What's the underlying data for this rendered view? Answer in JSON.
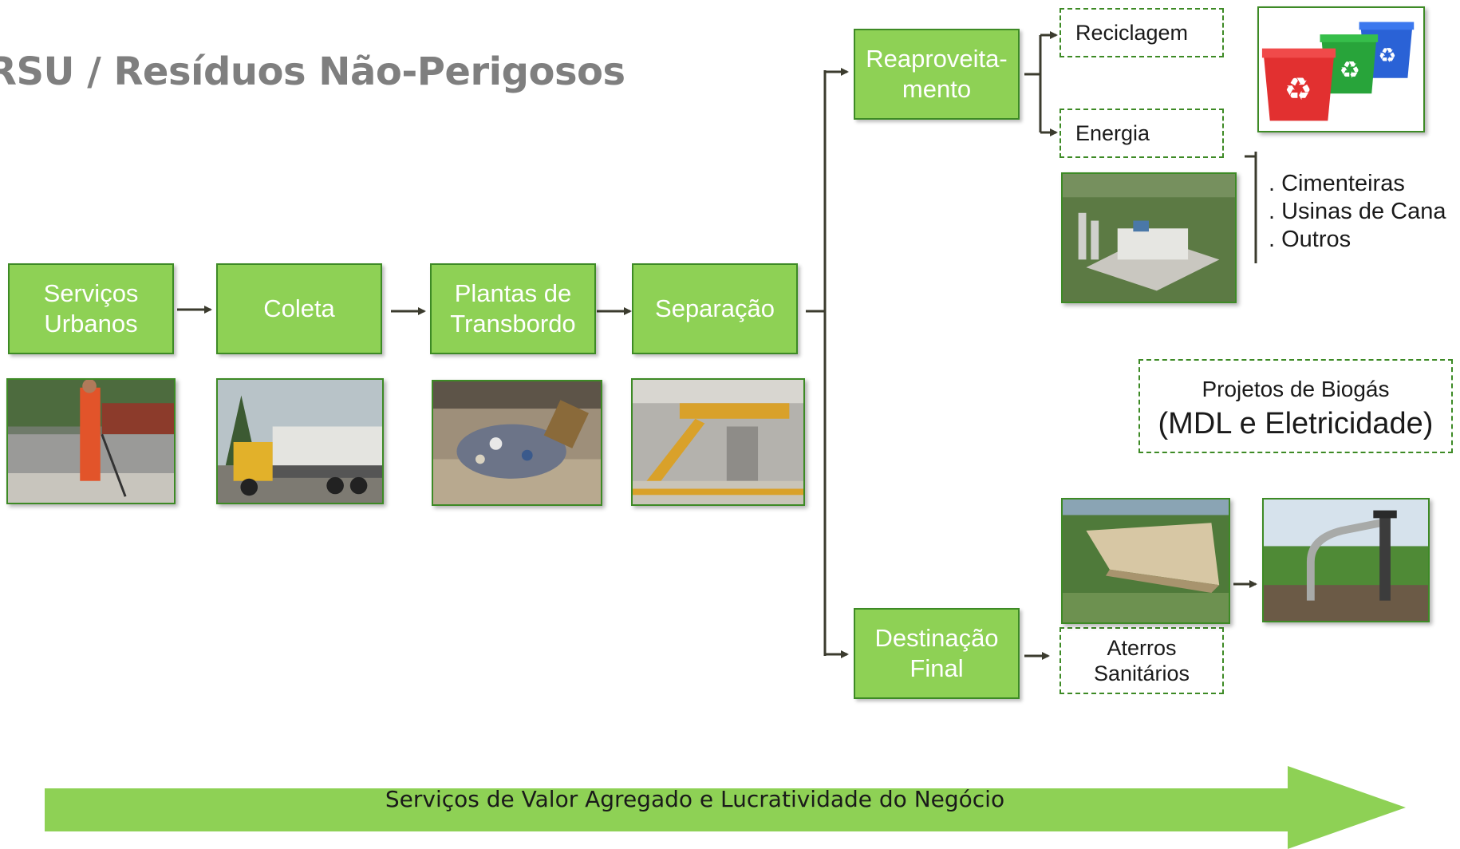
{
  "title": "RSU / Resíduos Não-Perigosos",
  "flow": {
    "servicos_urbanos": "Serviços Urbanos",
    "coleta": "Coleta",
    "plantas_transbordo": "Plantas de Transbordo",
    "separacao": "Separação",
    "reaproveitamento": "Reaproveita-mento",
    "destinacao_final": "Destinação Final"
  },
  "outputs": {
    "reciclagem": "Reciclagem",
    "energia": "Energia",
    "energy_uses": [
      ". Cimenteiras",
      ". Usinas de Cana",
      ". Outros"
    ],
    "aterros": "Aterros Sanitários"
  },
  "biogas": {
    "line1": "Projetos  de Biogás",
    "line2": "(MDL e Eletricidade)"
  },
  "banner": "Serviços de Valor Agregado e Lucratividade do Negócio",
  "colors": {
    "box_fill": "#8ed155",
    "box_border": "#3d8a25",
    "connector": "#3b3b2e",
    "banner": "#8ed155"
  },
  "icons": [
    "recycle-bins-photo",
    "street-sweeper-photo",
    "forklift-truck-photo",
    "transfer-plant-photo",
    "separation-plant-photo",
    "power-plant-photo",
    "landfill-photo",
    "biogas-pipe-photo"
  ]
}
